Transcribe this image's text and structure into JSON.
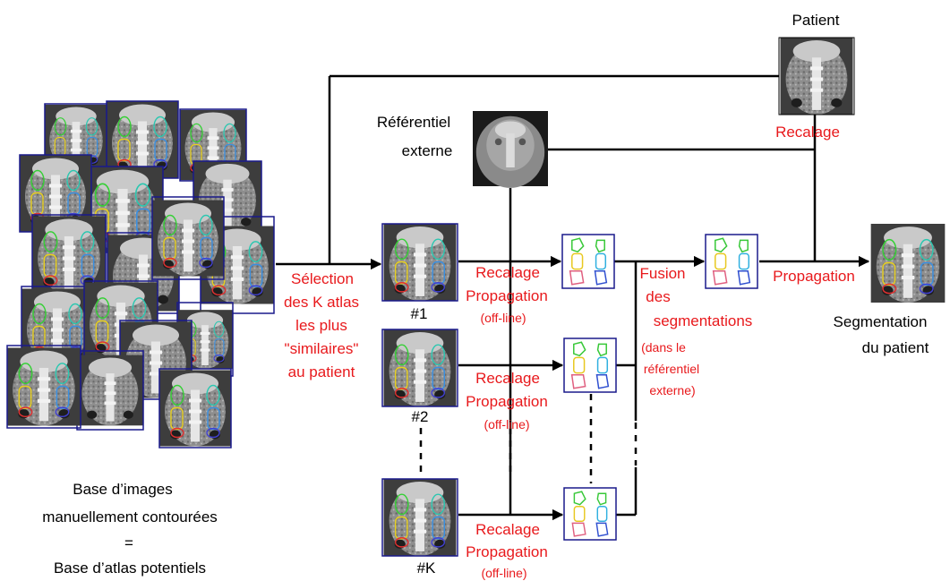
{
  "base": {
    "line1": "Base d’images",
    "line2": "manuellement contourées",
    "line3": "=",
    "line4": "Base d’atlas potentiels"
  },
  "selection": {
    "line1": "Sélection",
    "line2": "des K atlas",
    "line3": "les plus",
    "line4": "\"similaires\"",
    "line5": "au patient"
  },
  "patient": {
    "label": "Patient",
    "recalage": "Recalage"
  },
  "referentiel": {
    "line1": "Référentiel",
    "line2": "externe"
  },
  "atlases": [
    {
      "label": "#1",
      "step1": "Recalage",
      "step2": "Propagation",
      "step3": "(off-line)"
    },
    {
      "label": "#2",
      "step1": "Recalage",
      "step2": "Propagation",
      "step3": "(off-line)"
    },
    {
      "label": "#K",
      "step1": "Recalage",
      "step2": "Propagation",
      "step3": "(off-line)"
    }
  ],
  "fusion": {
    "line1": "Fusion",
    "line2": "des",
    "line3": "segmentations",
    "line4": "(dans le",
    "line5": "référentiel",
    "line6": "externe)"
  },
  "propagation": "Propagation",
  "result": {
    "line1": "Segmentation",
    "line2": "du patient"
  },
  "colors": {
    "text": "#000000",
    "accent": "#e8191c",
    "frame": "#1a1a8c"
  }
}
